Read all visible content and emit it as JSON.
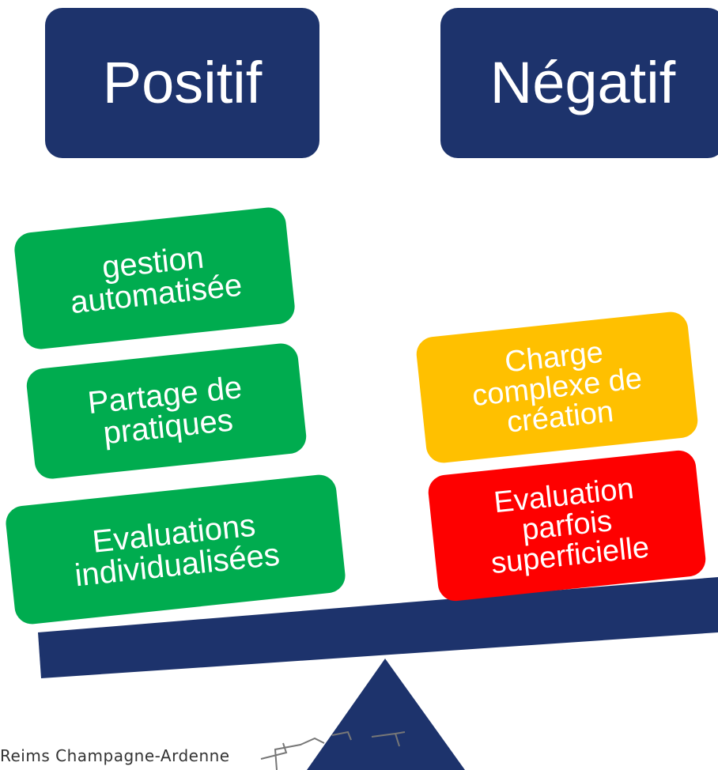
{
  "headers": {
    "positive": "Positif",
    "negative": "Négatif"
  },
  "positive_items": [
    "gestion\nautomatisée",
    "Partage de\npratiques",
    "Evaluations\nindividualisées"
  ],
  "negative_items": [
    "Charge\ncomplexe de\ncréation",
    "Evaluation\nparfois\nsuperficielle"
  ],
  "footer": {
    "logo_text": "Reims Champagne-Ardenne"
  },
  "colors": {
    "navy": "#1d336c",
    "green": "#00ac4f",
    "orange": "#ffc000",
    "red": "#fe0000"
  }
}
